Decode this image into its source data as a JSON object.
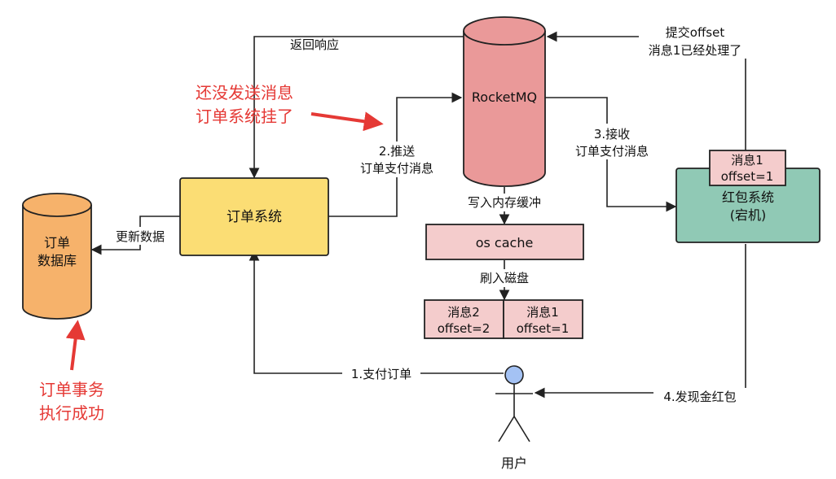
{
  "nodes": {
    "order_system": "订单系统",
    "order_db": [
      "订单",
      "数据库"
    ],
    "rocketmq": "RocketMQ",
    "os_cache": "os cache",
    "redpacket": [
      "红包系统",
      "(宕机)"
    ],
    "user": "用户",
    "msg_in_redpacket": [
      "消息1",
      "offset=1"
    ],
    "disk_msg_2": [
      "消息2",
      "offset=2"
    ],
    "disk_msg_1": [
      "消息1",
      "offset=1"
    ]
  },
  "edges": {
    "return_response": "返回响应",
    "push": [
      "2.推送",
      "订单支付消息"
    ],
    "receive": [
      "3.接收",
      "订单支付消息"
    ],
    "commit_offset": [
      "提交offset",
      "消息1已经处理了"
    ],
    "write_cache": "写入内存缓冲",
    "flush_disk": "刷入磁盘",
    "update_data": "更新数据",
    "pay_order": "1.支付订单",
    "find_redpacket": "4.发现金红包"
  },
  "annotations": {
    "not_sent_crashed": [
      "还没发送消息",
      "订单系统挂了"
    ],
    "tx_success": [
      "订单事务",
      "执行成功"
    ]
  },
  "colors": {
    "order_system": "#fbdd74",
    "order_db": "#f6b26b",
    "rocketmq": "#ea9999",
    "cache_box": "#f4cccc",
    "redpacket": "#90c9b5",
    "user_head": "#a4c2f4",
    "annotation": "#e53935",
    "border": "#222222"
  }
}
